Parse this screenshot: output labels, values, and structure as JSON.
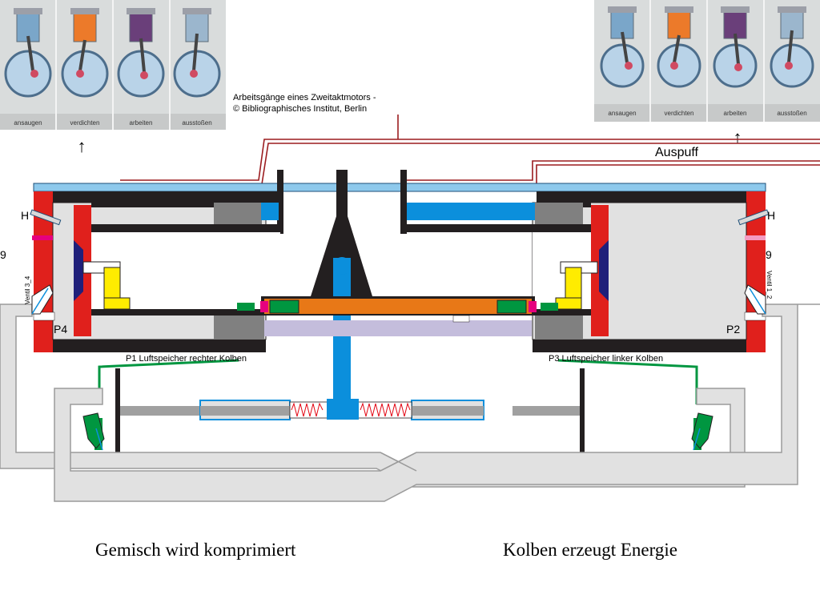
{
  "strips": {
    "labels": [
      "ansaugen",
      "verdichten",
      "arbeiten",
      "ausstoßen"
    ]
  },
  "credit": {
    "line1": "Arbeitsgänge eines Zweitaktmotors -",
    "line2": "© Bibliographisches Institut, Berlin"
  },
  "arrow_glyph": "↑",
  "labels": {
    "auspuff": "Auspuff",
    "h": "H",
    "nine": "9",
    "p4": "P4",
    "p2": "P2",
    "ventil_left": "Ventil 3_4",
    "ventil_right": "Ventil 1_2",
    "p1": "P1 Luftspeicher rechter Kolben",
    "p3": "P3 Luftspeicher linker Kolben"
  },
  "captions": {
    "left": "Gemisch wird komprimiert",
    "right": "Kolben erzeugt Energie"
  },
  "colors": {
    "cylinder_red": "#e0201c",
    "wall_black": "#231f20",
    "channel_blue": "#0b8fdc",
    "top_plate": "#8ec9ec",
    "rod_orange": "#e87817",
    "rod_lilac": "#c4bddc",
    "valve_green": "#009640",
    "yellow_block": "#ffec00",
    "pipe_grey": "#e1e1e1",
    "pipe_outline": "#9b9b9b",
    "exhaust_line": "#9b1c1f",
    "spring_red": "#e30613",
    "magenta": "#e6007e"
  }
}
